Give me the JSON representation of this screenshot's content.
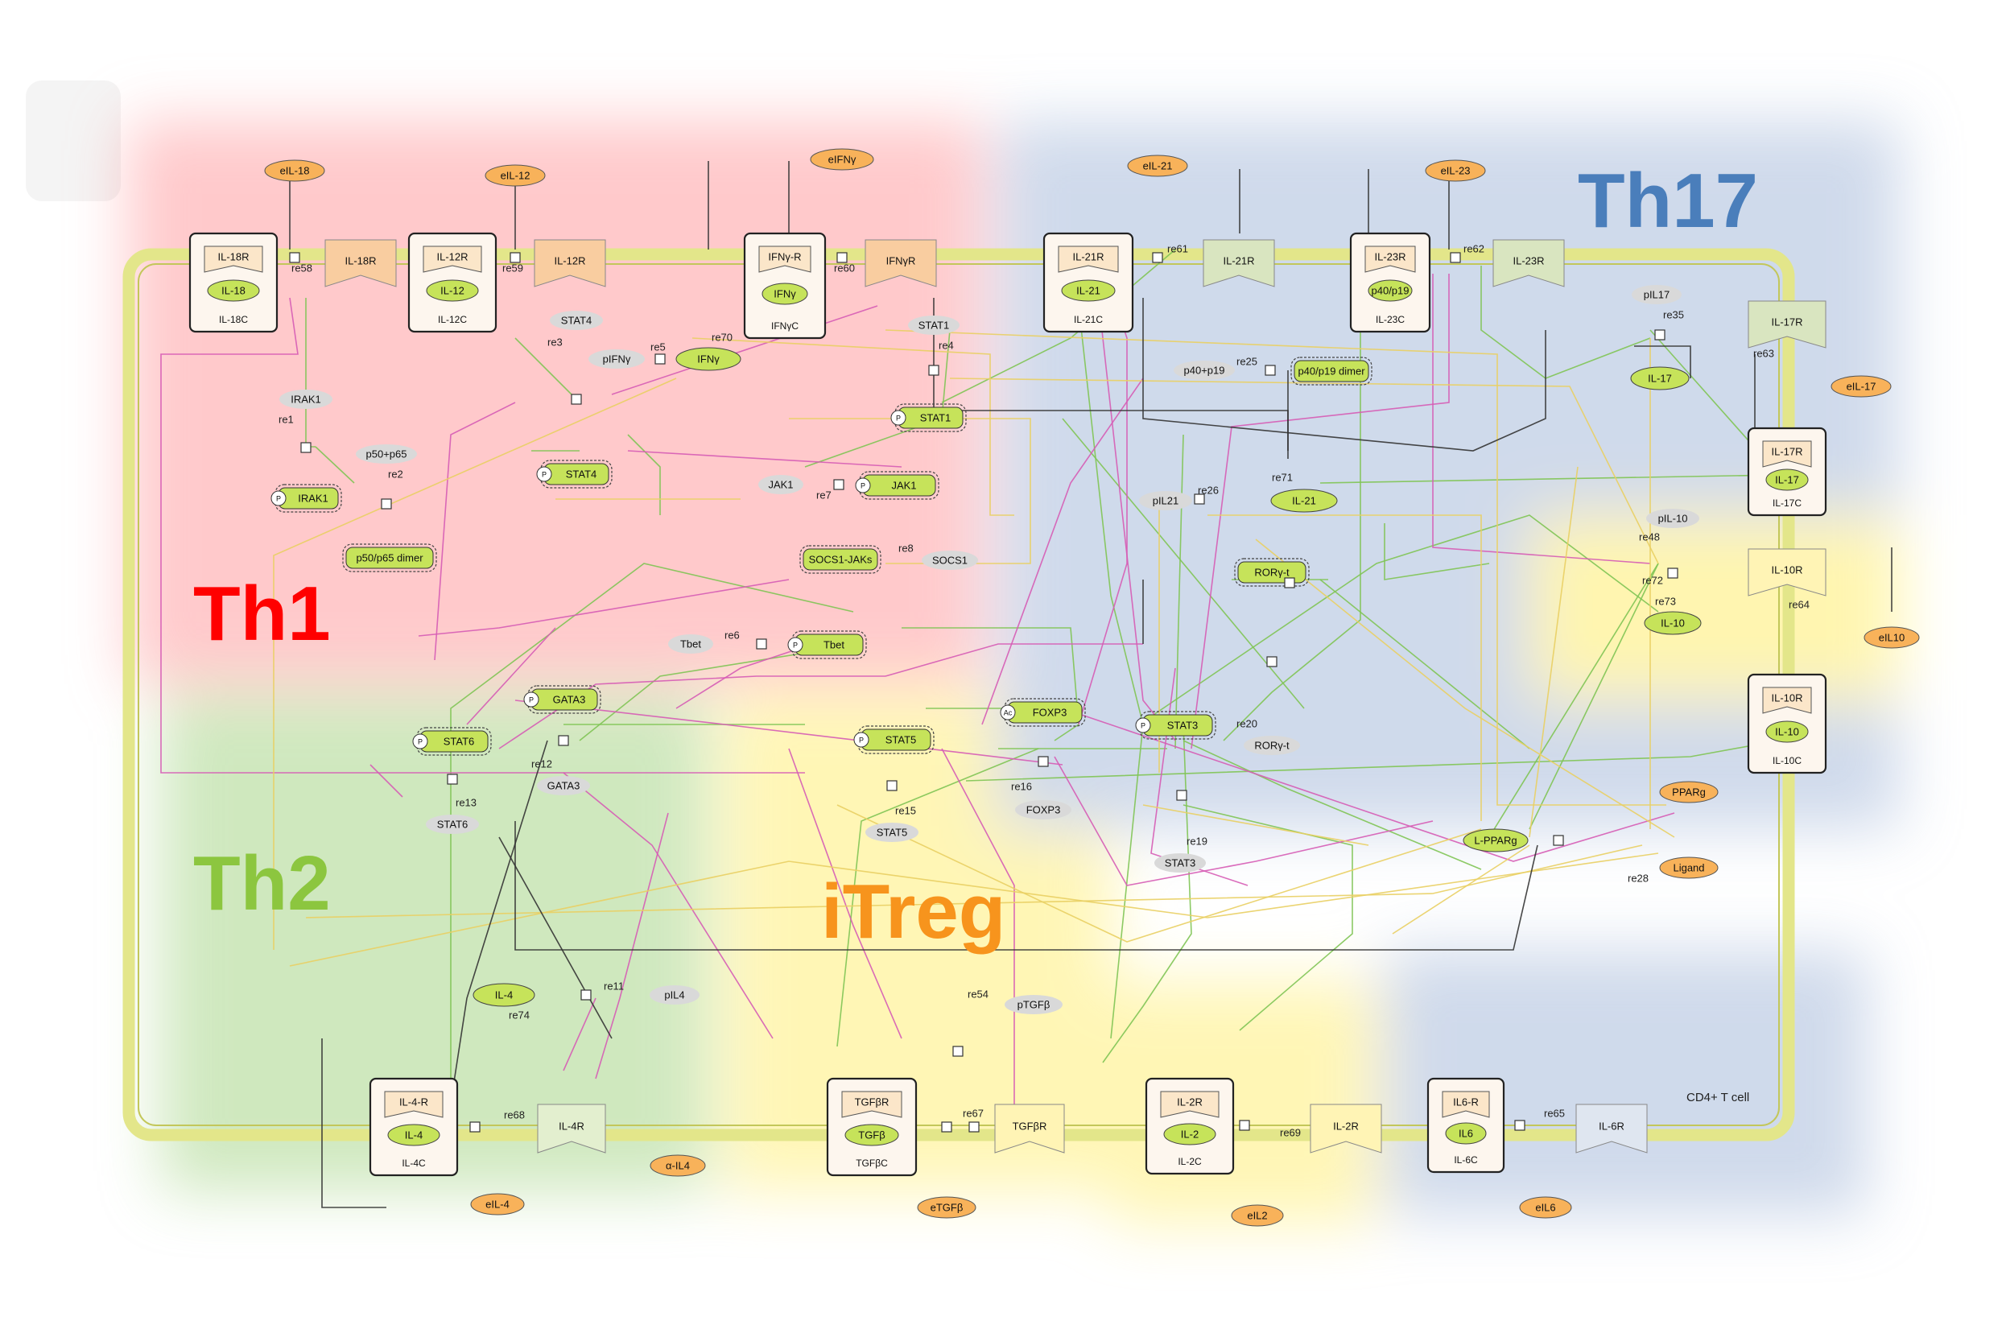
{
  "regions": [
    {
      "id": "th1",
      "label": "Th1",
      "color": "#ff0000"
    },
    {
      "id": "th2",
      "label": "Th2",
      "color": "#8cc63f"
    },
    {
      "id": "itreg",
      "label": "iTreg",
      "color": "#f7941d"
    },
    {
      "id": "th17",
      "label": "Th17",
      "color": "#4a7ebb"
    }
  ],
  "cell_label": "CD4+ T cell",
  "complexes": [
    {
      "id": "IL18C",
      "receptor": "IL-18R",
      "ligand": "IL-18",
      "name": "IL-18C"
    },
    {
      "id": "IL12C",
      "receptor": "IL-12R",
      "ligand": "IL-12",
      "name": "IL-12C"
    },
    {
      "id": "IFNgC",
      "receptor": "IFNγ-R",
      "ligand": "IFNγ",
      "name": "IFNγC"
    },
    {
      "id": "IL21C",
      "receptor": "IL-21R",
      "ligand": "IL-21",
      "name": "IL-21C"
    },
    {
      "id": "IL23C",
      "receptor": "IL-23R",
      "ligand": "p40/p19",
      "name": "IL-23C"
    },
    {
      "id": "IL17C",
      "receptor": "IL-17R",
      "ligand": "IL-17",
      "name": "IL-17C"
    },
    {
      "id": "IL10C",
      "receptor": "IL-10R",
      "ligand": "IL-10",
      "name": "IL-10C"
    },
    {
      "id": "IL4C",
      "receptor": "IL-4-R",
      "ligand": "IL-4",
      "name": "IL-4C"
    },
    {
      "id": "TGFbC",
      "receptor": "TGFβR",
      "ligand": "TGFβ",
      "name": "TGFβC"
    },
    {
      "id": "IL2C",
      "receptor": "IL-2R",
      "ligand": "IL-2",
      "name": "IL-2C"
    },
    {
      "id": "IL6C",
      "receptor": "IL6-R",
      "ligand": "IL6",
      "name": "IL-6C"
    }
  ],
  "receptors": [
    {
      "id": "r18",
      "label": "IL-18R"
    },
    {
      "id": "r12",
      "label": "IL-12R"
    },
    {
      "id": "rIFN",
      "label": "IFNγR"
    },
    {
      "id": "r21",
      "label": "IL-21R"
    },
    {
      "id": "r23",
      "label": "IL-23R"
    },
    {
      "id": "r17",
      "label": "IL-17R"
    },
    {
      "id": "r10",
      "label": "IL-10R"
    },
    {
      "id": "r4",
      "label": "IL-4R"
    },
    {
      "id": "rTGF",
      "label": "TGFβR"
    },
    {
      "id": "r2",
      "label": "IL-2R"
    },
    {
      "id": "r6",
      "label": "IL-6R"
    }
  ],
  "extracellular": [
    {
      "id": "eIL18",
      "label": "eIL-18"
    },
    {
      "id": "eIL12",
      "label": "eIL-12"
    },
    {
      "id": "eIFNg",
      "label": "eIFNγ"
    },
    {
      "id": "eIL21",
      "label": "eIL-21"
    },
    {
      "id": "eIL23",
      "label": "eIL-23"
    },
    {
      "id": "eIL17",
      "label": "eIL-17"
    },
    {
      "id": "eIL10",
      "label": "eIL10"
    },
    {
      "id": "PPARg",
      "label": "PPARg"
    },
    {
      "id": "Ligand",
      "label": "Ligand"
    },
    {
      "id": "aIL4",
      "label": "α-IL4"
    },
    {
      "id": "eIL4",
      "label": "eIL-4"
    },
    {
      "id": "eTGFb",
      "label": "eTGFβ"
    },
    {
      "id": "eIL2",
      "label": "eIL2"
    },
    {
      "id": "eIL6",
      "label": "eIL6"
    }
  ],
  "active_proteins": [
    {
      "id": "IRAK1a",
      "label": "IRAK1",
      "mod": "P"
    },
    {
      "id": "p5065",
      "label": "p50/p65 dimer",
      "mod": ""
    },
    {
      "id": "STAT4a",
      "label": "STAT4",
      "mod": "P"
    },
    {
      "id": "STAT1a",
      "label": "STAT1",
      "mod": "P"
    },
    {
      "id": "JAK1a",
      "label": "JAK1",
      "mod": "P"
    },
    {
      "id": "SOCS1JAKs",
      "label": "SOCS1-JAKs",
      "mod": ""
    },
    {
      "id": "p4019d",
      "label": "p40/p19 dimer",
      "mod": ""
    },
    {
      "id": "RORgt",
      "label": "RORγ-t",
      "mod": ""
    },
    {
      "id": "Tbeta",
      "label": "Tbet",
      "mod": "P"
    },
    {
      "id": "GATA3a",
      "label": "GATA3",
      "mod": "P"
    },
    {
      "id": "STAT6a",
      "label": "STAT6",
      "mod": "P"
    },
    {
      "id": "STAT5a",
      "label": "STAT5",
      "mod": "P"
    },
    {
      "id": "FOXP3a",
      "label": "FOXP3",
      "mod": "Ac"
    },
    {
      "id": "STAT3a",
      "label": "STAT3",
      "mod": "P"
    }
  ],
  "secreted": [
    {
      "id": "IFNg",
      "label": "IFNγ"
    },
    {
      "id": "IL21",
      "label": "IL-21"
    },
    {
      "id": "IL17",
      "label": "IL-17"
    },
    {
      "id": "IL10",
      "label": "IL-10"
    },
    {
      "id": "IL4",
      "label": "IL-4"
    },
    {
      "id": "LPPARg",
      "label": "L-PPARg"
    }
  ],
  "inactive": [
    {
      "id": "IRAK1",
      "label": "IRAK1"
    },
    {
      "id": "p50p65",
      "label": "p50+p65"
    },
    {
      "id": "STAT4",
      "label": "STAT4"
    },
    {
      "id": "pIFNg",
      "label": "pIFNγ"
    },
    {
      "id": "STAT1",
      "label": "STAT1"
    },
    {
      "id": "JAK1",
      "label": "JAK1"
    },
    {
      "id": "SOCS1",
      "label": "SOCS1"
    },
    {
      "id": "p40p19",
      "label": "p40+p19"
    },
    {
      "id": "pIL21",
      "label": "pIL21"
    },
    {
      "id": "pIL17",
      "label": "pIL17"
    },
    {
      "id": "pIL10",
      "label": "pIL-10"
    },
    {
      "id": "Tbet",
      "label": "Tbet"
    },
    {
      "id": "GATA3",
      "label": "GATA3"
    },
    {
      "id": "STAT6",
      "label": "STAT6"
    },
    {
      "id": "STAT5",
      "label": "STAT5"
    },
    {
      "id": "FOXP3",
      "label": "FOXP3"
    },
    {
      "id": "STAT3",
      "label": "STAT3"
    },
    {
      "id": "RORgtI",
      "label": "RORγ-t"
    },
    {
      "id": "pIL4",
      "label": "pIL4"
    },
    {
      "id": "pTGFb",
      "label": "pTGFβ"
    }
  ],
  "reactions": [
    {
      "id": "re58",
      "label": "re58"
    },
    {
      "id": "re59",
      "label": "re59"
    },
    {
      "id": "re60",
      "label": "re60"
    },
    {
      "id": "re70",
      "label": "re70"
    },
    {
      "id": "re61",
      "label": "re61"
    },
    {
      "id": "re62",
      "label": "re62"
    },
    {
      "id": "re1",
      "label": "re1"
    },
    {
      "id": "re2",
      "label": "re2"
    },
    {
      "id": "re3",
      "label": "re3"
    },
    {
      "id": "re5",
      "label": "re5"
    },
    {
      "id": "re4",
      "label": "re4"
    },
    {
      "id": "re7",
      "label": "re7"
    },
    {
      "id": "re8",
      "label": "re8"
    },
    {
      "id": "re6",
      "label": "re6"
    },
    {
      "id": "re25",
      "label": "re25"
    },
    {
      "id": "re26",
      "label": "re26"
    },
    {
      "id": "re71",
      "label": "re71"
    },
    {
      "id": "re35",
      "label": "re35"
    },
    {
      "id": "re63",
      "label": "re63"
    },
    {
      "id": "re48",
      "label": "re48"
    },
    {
      "id": "re64",
      "label": "re64"
    },
    {
      "id": "re20",
      "label": "re20"
    },
    {
      "id": "re12",
      "label": "re12"
    },
    {
      "id": "re13",
      "label": "re13"
    },
    {
      "id": "re15",
      "label": "re15"
    },
    {
      "id": "re16",
      "label": "re16"
    },
    {
      "id": "re19",
      "label": "re19"
    },
    {
      "id": "re28",
      "label": "re28"
    },
    {
      "id": "re11",
      "label": "re11"
    },
    {
      "id": "re74",
      "label": "re74"
    },
    {
      "id": "re54",
      "label": "re54"
    },
    {
      "id": "re68",
      "label": "re68"
    },
    {
      "id": "re67",
      "label": "re67"
    },
    {
      "id": "re69",
      "label": "re69"
    },
    {
      "id": "re65",
      "label": "re65"
    },
    {
      "id": "re72",
      "label": "re72"
    },
    {
      "id": "re73",
      "label": "re73"
    }
  ],
  "colors": {
    "th1_bg": "#ff9ea1",
    "th2_bg": "#a8d68a",
    "itreg_bg": "#ffef7a",
    "th17_bg": "#a9bcdb",
    "il10_bg": "#ffee70",
    "membrane": "#e3e68a",
    "green_node": "#c6e35a",
    "orange_node": "#f8b25a",
    "grey_node": "#d9d9d9",
    "receptor_th1": "#f9cda0",
    "receptor_other": "#d9e5c0",
    "edge_green": "#7fc454",
    "edge_pink": "#d65cb5",
    "edge_yellow": "#e9cf63",
    "edge_dark": "#333333"
  }
}
